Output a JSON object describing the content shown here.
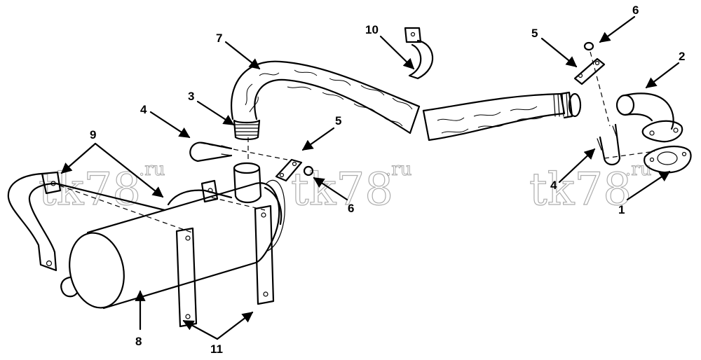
{
  "callouts": {
    "c1": "1",
    "c2": "2",
    "c3": "3",
    "c4a": "4",
    "c4b": "4",
    "c5a": "5",
    "c5b": "5",
    "c6a": "6",
    "c6b": "6",
    "c7": "7",
    "c8": "8",
    "c9": "9",
    "c10": "10",
    "c11": "11"
  },
  "watermark": {
    "text": "tk78",
    "suffix": ".ru"
  }
}
